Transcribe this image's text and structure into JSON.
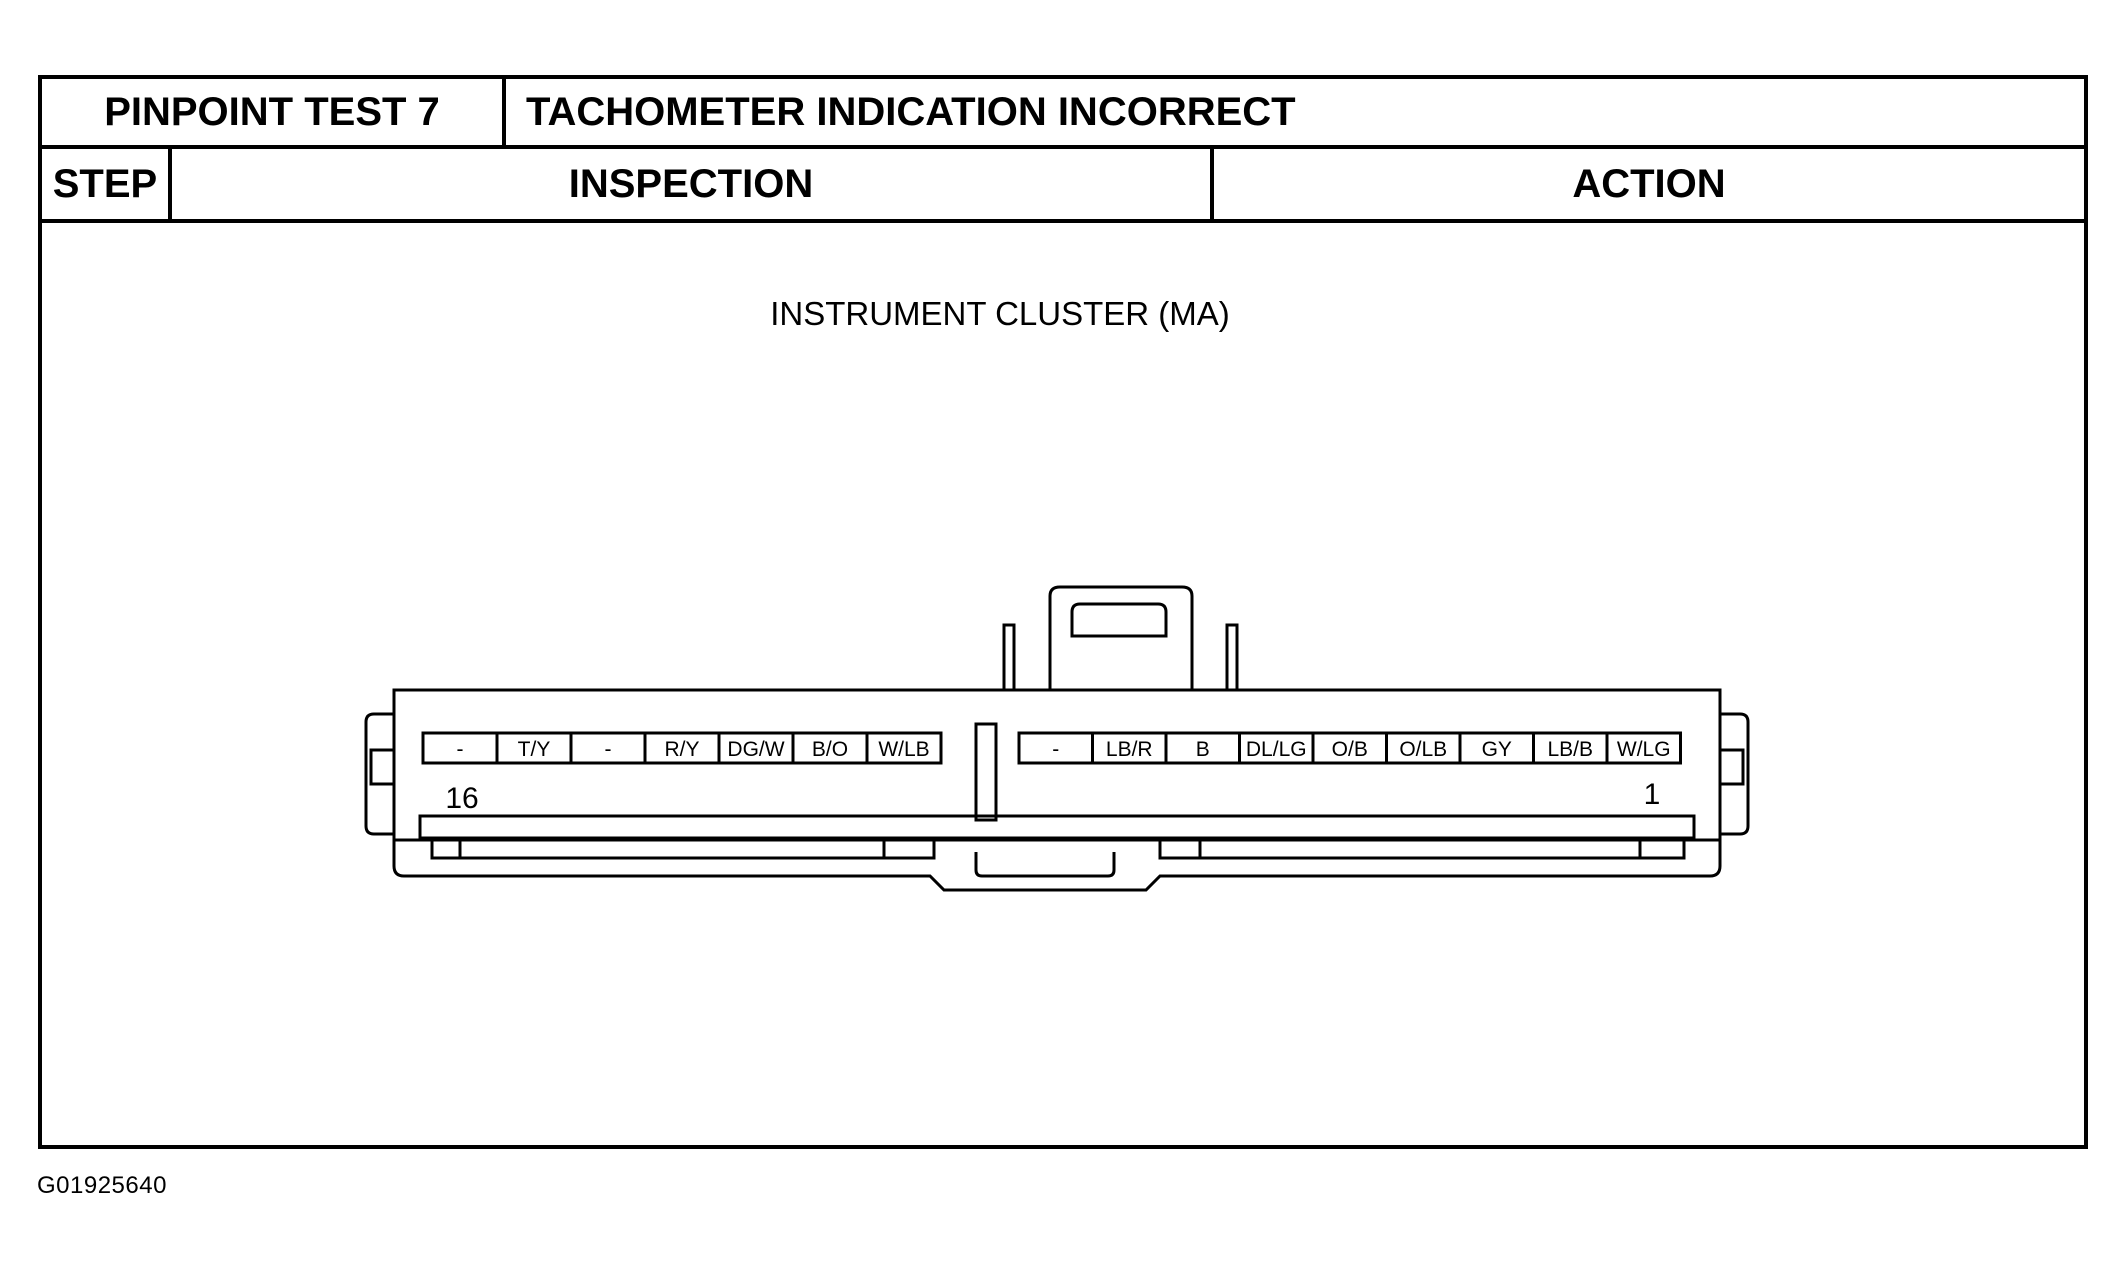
{
  "header": {
    "test_label": "PINPOINT TEST 7",
    "test_title": "TACHOMETER INDICATION INCORRECT",
    "col_step": "STEP",
    "col_inspection": "INSPECTION",
    "col_action": "ACTION"
  },
  "diagram": {
    "connector_title": "INSTRUMENT CLUSTER (MA)",
    "left_pins": [
      "-",
      "T/Y",
      "-",
      "R/Y",
      "DG/W",
      "B/O",
      "W/LB"
    ],
    "right_pins": [
      "-",
      "LB/R",
      "B",
      "DL/LG",
      "O/B",
      "O/LB",
      "GY",
      "LB/B",
      "W/LG"
    ],
    "pin_first_label": "16",
    "pin_last_label": "1"
  },
  "figure_code": "G01925640"
}
